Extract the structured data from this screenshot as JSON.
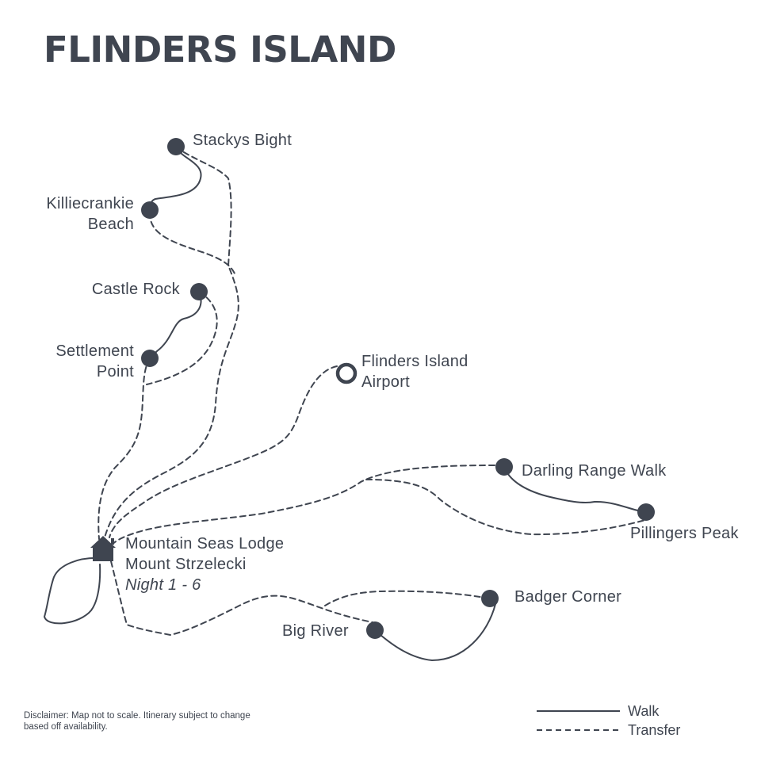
{
  "title": "FLINDERS ISLAND",
  "locations": {
    "stackys_bight": {
      "name": "Stackys Bight"
    },
    "killiecrankie_beach": {
      "name_line1": "Killiecrankie",
      "name_line2": "Beach"
    },
    "castle_rock": {
      "name": "Castle Rock"
    },
    "settlement_point": {
      "name_line1": "Settlement",
      "name_line2": "Point"
    },
    "flinders_island_airport": {
      "name_line1": "Flinders Island",
      "name_line2": "Airport"
    },
    "darling_range_walk": {
      "name": "Darling Range Walk"
    },
    "pillingers_peak": {
      "name": "Pillingers Peak"
    },
    "mountain_seas_lodge": {
      "name_line1": "Mountain Seas Lodge",
      "name_line2": "Mount Strzelecki",
      "stay": "Night 1 - 6"
    },
    "badger_corner": {
      "name": "Badger Corner"
    },
    "big_river": {
      "name": "Big River"
    }
  },
  "legend": {
    "walk": "Walk",
    "transfer": "Transfer"
  },
  "disclaimer": "Disclaimer: Map not to scale. Itinerary subject to change based off availability.",
  "colors": {
    "ink": "#3f4550",
    "background": "#ffffff"
  },
  "icons": {
    "lodge": "house-icon",
    "stop": "filled-circle-marker",
    "airport": "ring-marker"
  }
}
